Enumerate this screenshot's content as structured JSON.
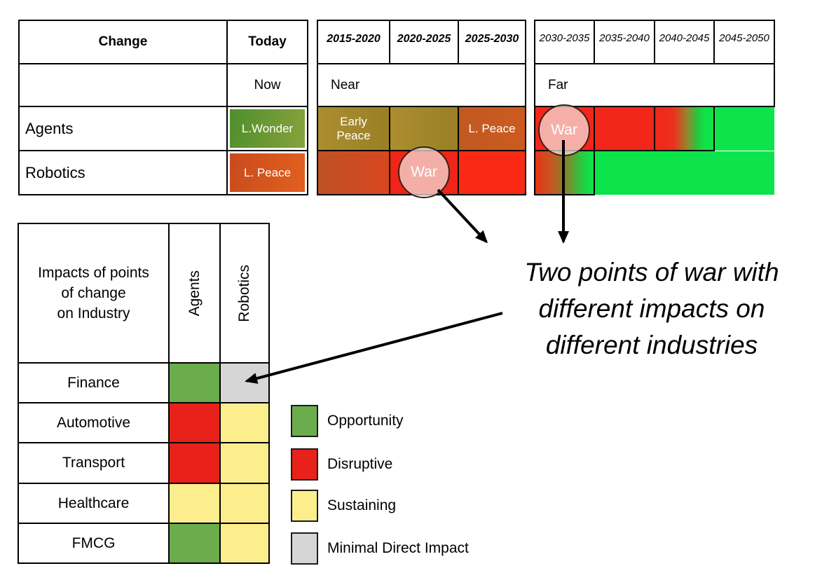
{
  "change_table": {
    "col_change": "Change",
    "col_today": "Today",
    "now": "Now",
    "rows": [
      {
        "label": "Agents",
        "today": "L.Wonder",
        "today_color": "#5e9733"
      },
      {
        "label": "Robotics",
        "today": "L. Peace",
        "today_color": "#d5541f"
      }
    ]
  },
  "near_table": {
    "periods": [
      "2015-2020",
      "2020-2025",
      "2025-2030"
    ],
    "range": "Near",
    "agents_cells": [
      {
        "label": "Early Peace",
        "state": "early-peace",
        "color": "#a3872b"
      },
      {
        "label": "",
        "state": "early-peace",
        "color": "#a3872b"
      },
      {
        "label": "L. Peace",
        "state": "late-peace",
        "color": "#c65a20"
      }
    ],
    "robotics_cells": [
      {
        "label": "",
        "state": "pre-war",
        "color": "#c9521f"
      },
      {
        "label": "War",
        "state": "war",
        "color": "#ee2517"
      },
      {
        "label": "",
        "state": "war",
        "color": "#f82a15"
      }
    ],
    "war_label": "War"
  },
  "far_table": {
    "periods": [
      "2030-2035",
      "2035-2040",
      "2040-2045",
      "2045-2050"
    ],
    "range": "Far",
    "agents_cells": [
      {
        "label": "War",
        "state": "war",
        "color": "#f2261a"
      },
      {
        "label": "",
        "state": "war",
        "color": "#f2261a"
      },
      {
        "label": "",
        "state": "war-to-peace",
        "color": "red-to-green"
      },
      {
        "label": "",
        "state": "peace",
        "color": "#0de44b"
      }
    ],
    "robotics_cells": [
      {
        "label": "",
        "state": "war-to-peace",
        "color": "red-to-green"
      },
      {
        "label": "",
        "state": "peace",
        "color": "#0de44b"
      }
    ],
    "war_label": "War"
  },
  "impact_table": {
    "header_lines": [
      "Impacts of points",
      "of change",
      "on Industry"
    ],
    "columns": [
      "Agents",
      "Robotics"
    ],
    "rows": [
      {
        "label": "Finance",
        "agents": "opportunity",
        "robotics": "minimal-direct-impact"
      },
      {
        "label": "Automotive",
        "agents": "disruptive",
        "robotics": "sustaining"
      },
      {
        "label": "Transport",
        "agents": "disruptive",
        "robotics": "sustaining"
      },
      {
        "label": "Healthcare",
        "agents": "sustaining",
        "robotics": "sustaining"
      },
      {
        "label": "FMCG",
        "agents": "opportunity",
        "robotics": "sustaining"
      }
    ]
  },
  "legend": {
    "items": [
      {
        "label": "Opportunity",
        "color": "#6bac4d"
      },
      {
        "label": "Disruptive",
        "color": "#e8211a"
      },
      {
        "label": "Sustaining",
        "color": "#fcee8d"
      },
      {
        "label": "Minimal Direct Impact",
        "color": "#d6d6d6"
      }
    ]
  },
  "annotation": {
    "lines": [
      "Two points of war with",
      "different impacts on",
      "different industries"
    ]
  },
  "colors": {
    "war_red": "#ee2517",
    "peace_green_bright": "#0de44b",
    "early_peace_olive": "#a3872b",
    "late_peace_orange": "#c65a20",
    "war_circle_fill": "#f3b5ab",
    "war_circle_border": "#3a2015"
  }
}
